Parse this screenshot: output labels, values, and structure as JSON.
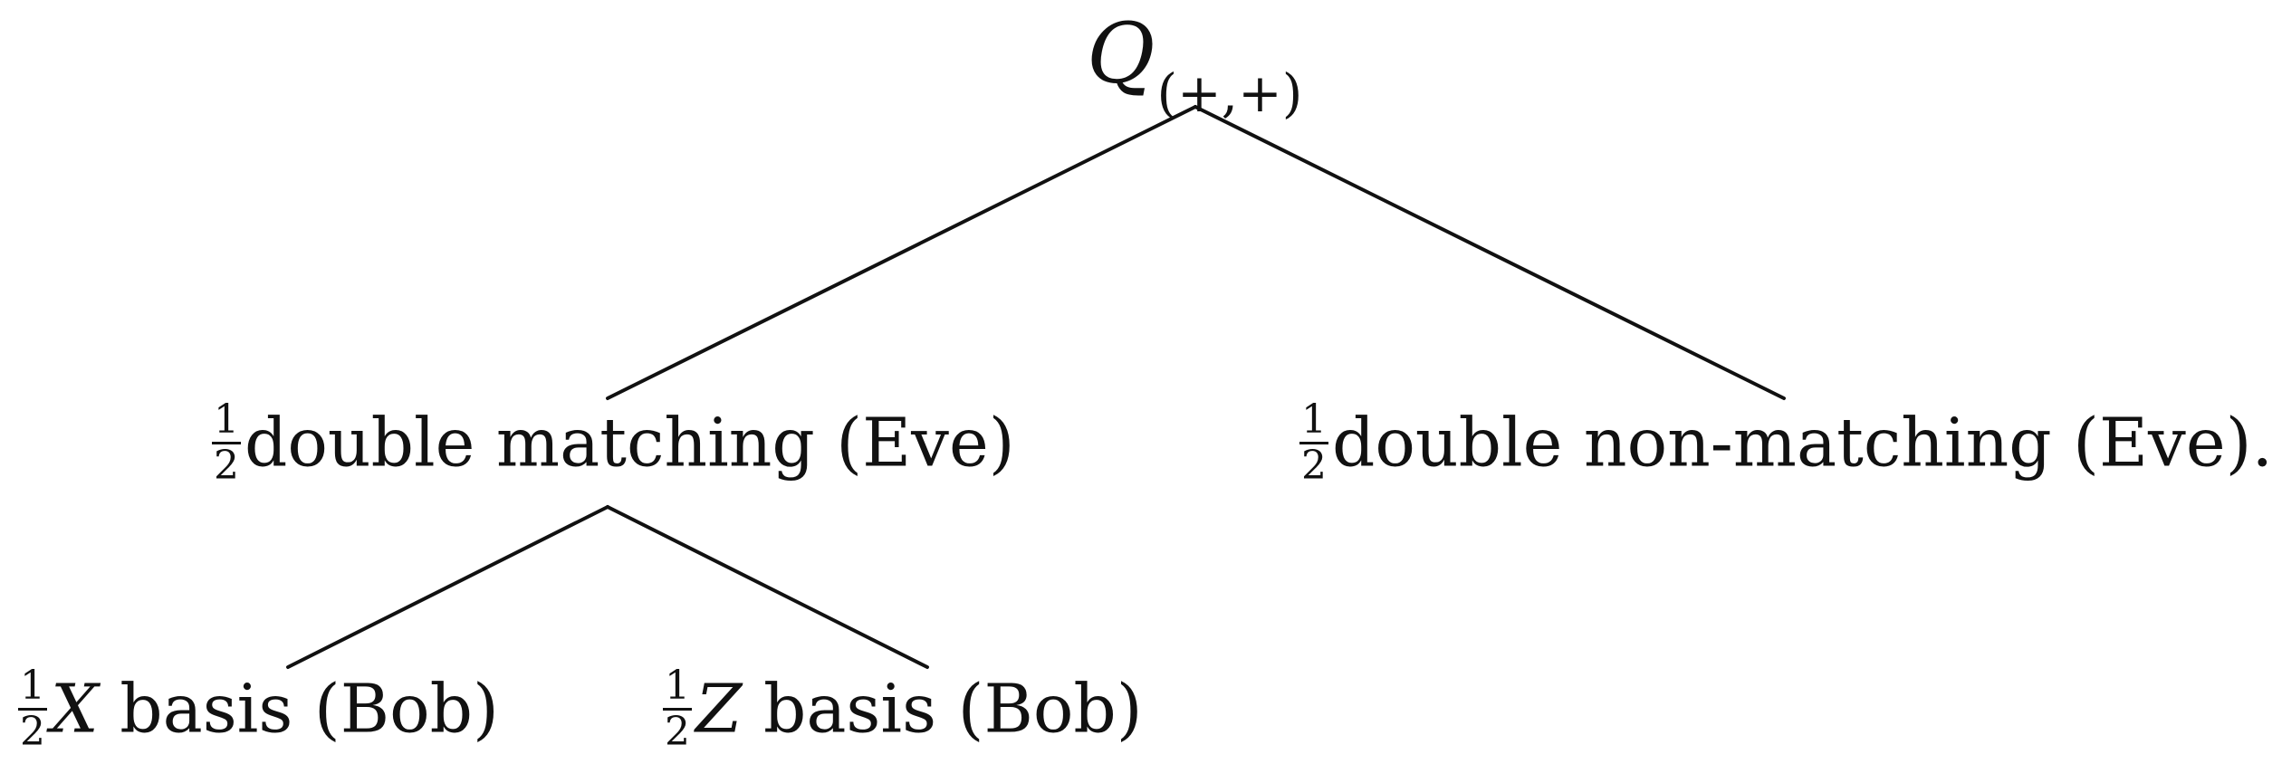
{
  "root": {
    "symbol": "Q",
    "subscript": "(+,+)"
  },
  "level1": [
    {
      "fraction": {
        "num": "1",
        "den": "2"
      },
      "text": "double matching (Eve)"
    },
    {
      "fraction": {
        "num": "1",
        "den": "2"
      },
      "text": "double non-matching (Eve)."
    }
  ],
  "level2": [
    {
      "fraction": {
        "num": "1",
        "den": "2"
      },
      "variable": "X",
      "text": " basis (Bob)"
    },
    {
      "fraction": {
        "num": "1",
        "den": "2"
      },
      "variable": "Z",
      "text": " basis (Bob)"
    }
  ],
  "colors": {
    "ink": "#111111",
    "background": "#ffffff"
  }
}
